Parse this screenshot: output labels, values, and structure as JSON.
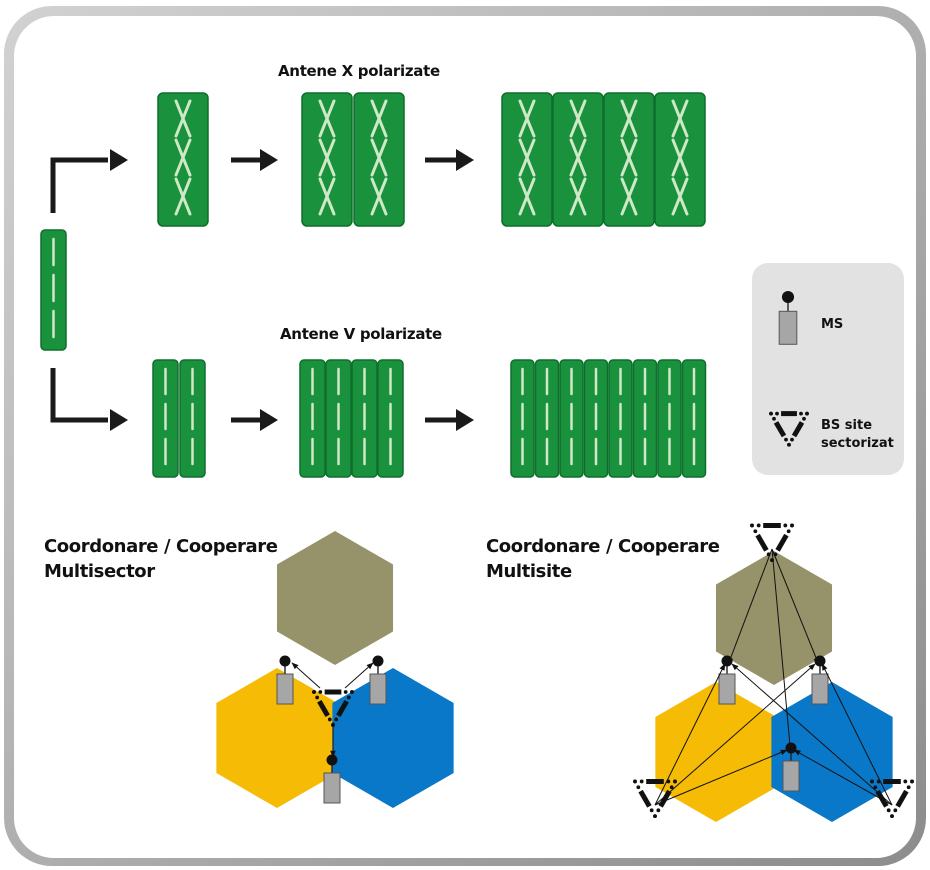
{
  "labels": {
    "x_polarized": "Antene X polarizate",
    "v_polarized": "Antene V polarizate",
    "multisector_line1": "Coordonare / Cooperare",
    "multisector_line2": "Multisector",
    "multisite_line1": "Coordonare / Cooperare",
    "multisite_line2": "Multisite"
  },
  "legend": {
    "ms_label": "MS",
    "bs_label_line1": "BS site",
    "bs_label_line2": "sectorizat"
  },
  "antenna_arrays": {
    "x_polarized_columns": [
      1,
      2,
      4
    ],
    "v_polarized_columns": [
      2,
      4,
      8
    ],
    "elements_per_column": 3
  },
  "colors": {
    "antenna_green": "#19913d",
    "antenna_dark": "#0e6e2c",
    "element_stroke": "#cfe8c6",
    "hex_olive": "#96926a",
    "hex_yellow": "#f5bb05",
    "hex_blue": "#0a78c8",
    "legend_bg": "#e2e2e2",
    "ms_body": "#a6a6a6"
  }
}
